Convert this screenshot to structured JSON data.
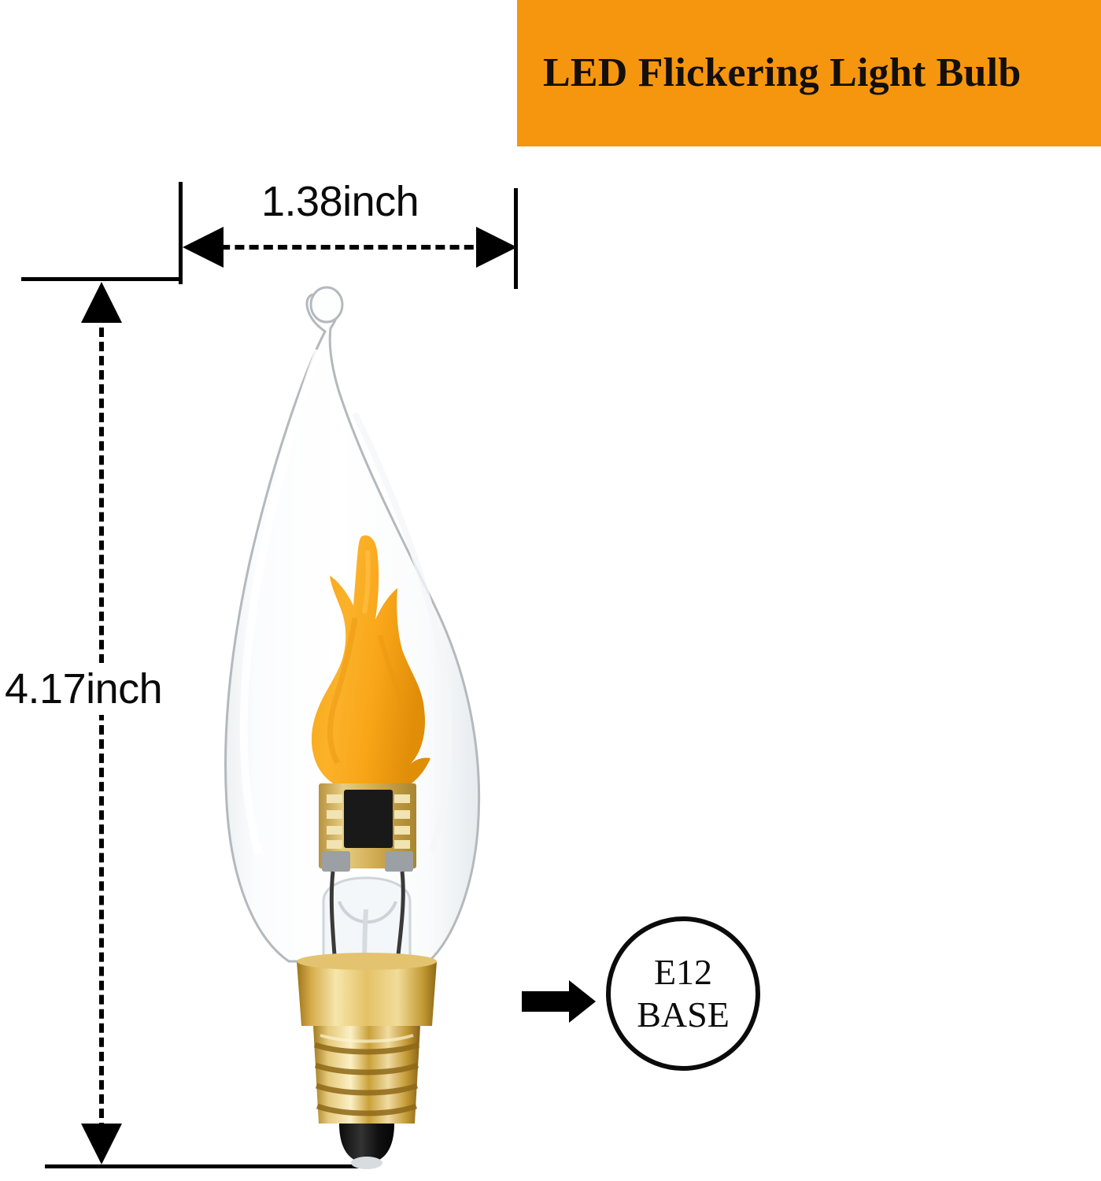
{
  "header": {
    "title": "LED Flickering Light Bulb",
    "banner_color": "#F6960E",
    "text_color": "#140F09"
  },
  "dimensions": {
    "width_label": "1.38inch",
    "height_label": "4.17inch",
    "width_value": 1.38,
    "height_value": 4.17,
    "unit": "inch"
  },
  "callout": {
    "line1": "E12",
    "line2": "BASE"
  },
  "product": {
    "flame_color": "#F9A61C",
    "flame_shadow_color": "#E08E0B",
    "base_gold": "#D8A93A",
    "base_gold_light": "#F3DC9A",
    "base_gold_dark": "#A8791B",
    "glass_outline": "#B9BDC0",
    "pcb_color": "#C9A24B",
    "ic_color": "#1C1C1C",
    "tip_color": "#141414"
  }
}
